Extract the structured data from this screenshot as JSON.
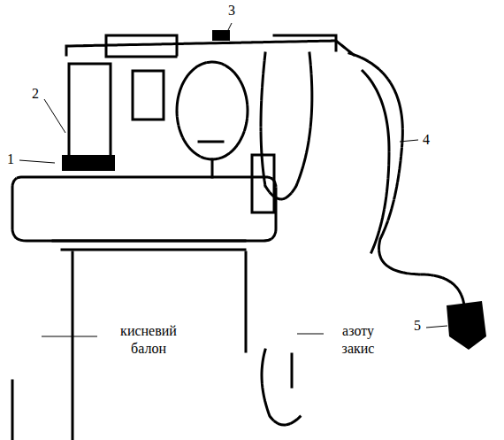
{
  "diagram": {
    "labels": [
      "1",
      "2",
      "3",
      "4",
      "5",
      "кисневий балон",
      "азоту закис"
    ]
  }
}
